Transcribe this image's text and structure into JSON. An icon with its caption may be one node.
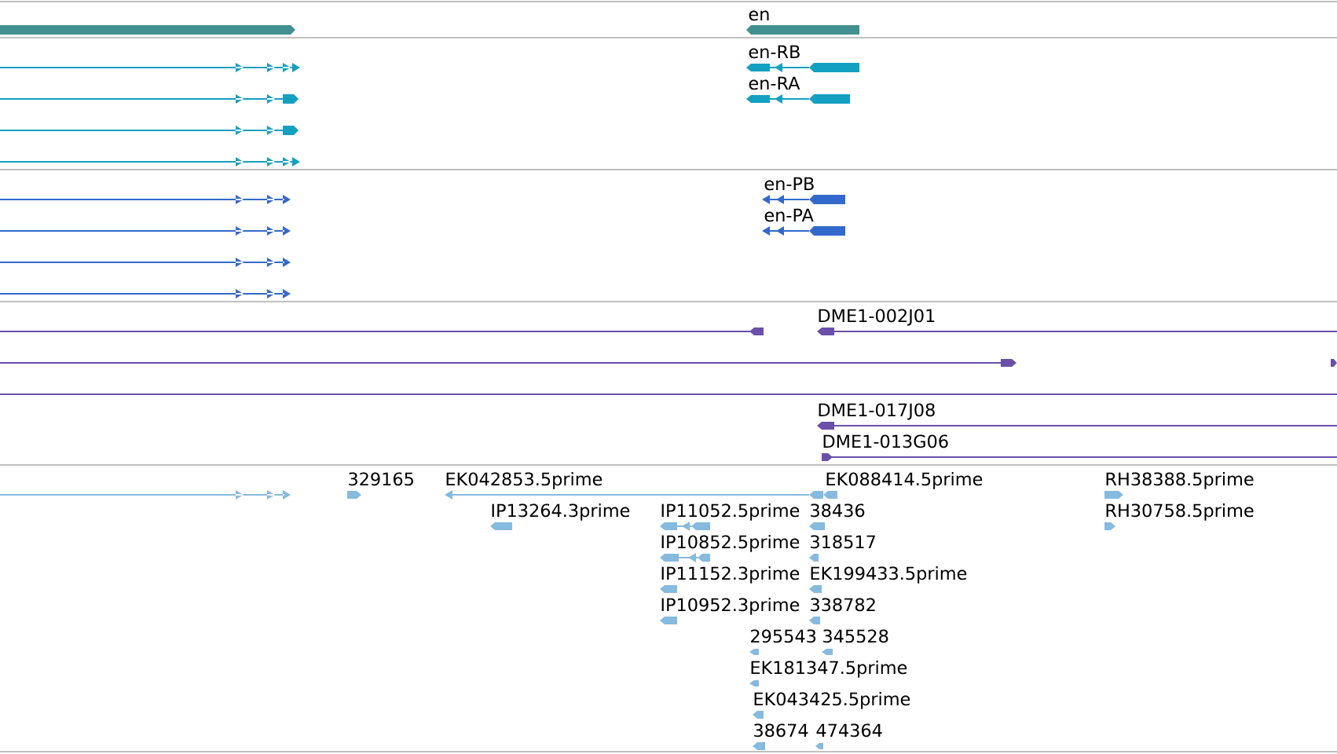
{
  "diagram": {
    "nodes": [
      {
        "text": [],
        "shape": "bar"
      },
      {
        "text": [
          "en"
        ]
      },
      {
        "text": [],
        "shape": "line"
      },
      {
        "text": [
          "en-RB"
        ]
      },
      {
        "text": [],
        "shape": "line"
      },
      {
        "text": [
          "en-RA"
        ]
      },
      {
        "text": [],
        "shape": "line"
      },
      {
        "text": [],
        "shape": "line"
      },
      {
        "text": [],
        "shape": "line"
      },
      {
        "text": [
          "en-PB"
        ]
      },
      {
        "text": [],
        "shape": "line"
      },
      {
        "text": [
          "en-PA"
        ]
      },
      {
        "text": [],
        "shape": "line"
      },
      {
        "text": [],
        "shape": "line"
      },
      {
        "text": [],
        "shape": "line"
      },
      {
        "text": [
          "DME1-002J01"
        ]
      },
      {
        "text": [],
        "shape": "line"
      },
      {
        "text": [],
        "shape": "bar"
      },
      {
        "text": [],
        "shape": "line"
      },
      {
        "text": [
          "DME1-017J08"
        ]
      },
      {
        "text": [
          "DME1-013G06"
        ]
      },
      {
        "text": [],
        "shape": "line"
      },
      {
        "text": [
          "329165"
        ]
      },
      {
        "text": [
          "EK042853.5prime"
        ]
      },
      {
        "text": [
          "EK088414.5prime"
        ]
      },
      {
        "text": [
          "RH38388.5prime"
        ]
      },
      {
        "text": [
          "IP13264.3prime"
        ]
      },
      {
        "text": [
          "IP11052.5prime"
        ]
      },
      {
        "text": [
          "38436"
        ]
      },
      {
        "text": [
          "RH30758.5prime"
        ]
      },
      {
        "text": [
          "IP10852.5prime"
        ]
      },
      {
        "text": [
          "318517"
        ]
      },
      {
        "text": [
          "IP11152.3prime"
        ]
      },
      {
        "text": [
          "EK199433.5prime"
        ]
      },
      {
        "text": [
          "IP10952.3prime"
        ]
      },
      {
        "text": [
          "338782"
        ]
      },
      {
        "text": [
          "295543"
        ]
      },
      {
        "text": [
          "345528"
        ]
      },
      {
        "text": [
          "EK181347.5prime"
        ]
      },
      {
        "text": [
          "EK043425.5prime"
        ]
      },
      {
        "text": [
          "38674"
        ]
      },
      {
        "text": [
          "474364"
        ]
      }
    ]
  }
}
